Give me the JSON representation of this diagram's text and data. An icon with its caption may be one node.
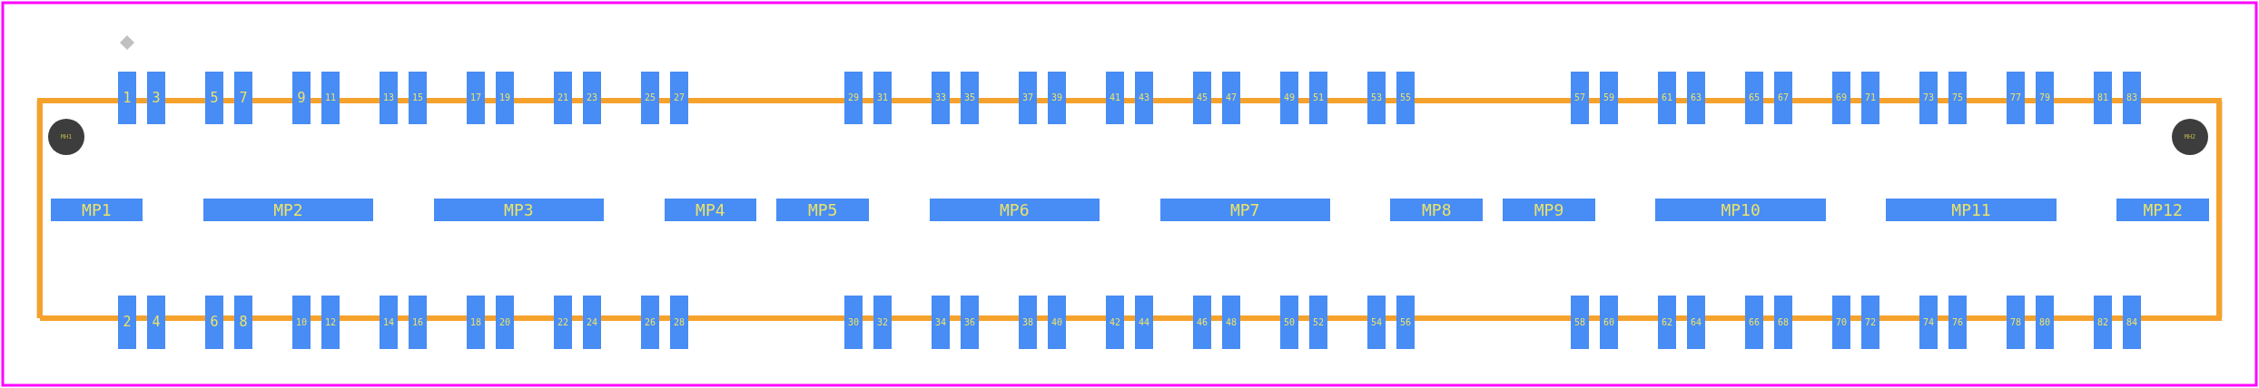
{
  "diagram": {
    "nodes": [
      {
        "text": [
          "1"
        ]
      },
      {
        "text": [
          "3"
        ]
      },
      {
        "text": [
          "5"
        ]
      },
      {
        "text": [
          "7"
        ]
      },
      {
        "text": [
          "9"
        ]
      },
      {
        "text": [
          "11"
        ]
      },
      {
        "text": [
          "13"
        ]
      },
      {
        "text": [
          "15"
        ]
      },
      {
        "text": [
          "17"
        ]
      },
      {
        "text": [
          "19"
        ]
      },
      {
        "text": [
          "21"
        ]
      },
      {
        "text": [
          "23"
        ]
      },
      {
        "text": [
          "25"
        ]
      },
      {
        "text": [
          "27"
        ]
      },
      {
        "text": [
          "29"
        ]
      },
      {
        "text": [
          "31"
        ]
      },
      {
        "text": [
          "33"
        ]
      },
      {
        "text": [
          "35"
        ]
      },
      {
        "text": [
          "37"
        ]
      },
      {
        "text": [
          "39"
        ]
      },
      {
        "text": [
          "41"
        ]
      },
      {
        "text": [
          "43"
        ]
      },
      {
        "text": [
          "45"
        ]
      },
      {
        "text": [
          "47"
        ]
      },
      {
        "text": [
          "49"
        ]
      },
      {
        "text": [
          "51"
        ]
      },
      {
        "text": [
          "53"
        ]
      },
      {
        "text": [
          "55"
        ]
      },
      {
        "text": [
          "57"
        ]
      },
      {
        "text": [
          "59"
        ]
      },
      {
        "text": [
          "61"
        ]
      },
      {
        "text": [
          "63"
        ]
      },
      {
        "text": [
          "65"
        ]
      },
      {
        "text": [
          "67"
        ]
      },
      {
        "text": [
          "69"
        ]
      },
      {
        "text": [
          "71"
        ]
      },
      {
        "text": [
          "73"
        ]
      },
      {
        "text": [
          "75"
        ]
      },
      {
        "text": [
          "77"
        ]
      },
      {
        "text": [
          "79"
        ]
      },
      {
        "text": [
          "81"
        ]
      },
      {
        "text": [
          "83"
        ]
      },
      {
        "text": [
          "MH1"
        ]
      },
      {
        "text": [
          "MH2"
        ]
      },
      {
        "text": [
          "MP1"
        ]
      },
      {
        "text": [
          "MP2"
        ]
      },
      {
        "text": [
          "MP3"
        ]
      },
      {
        "text": [
          "MP4"
        ]
      },
      {
        "text": [
          "MP5"
        ]
      },
      {
        "text": [
          "MP6"
        ]
      },
      {
        "text": [
          "MP7"
        ]
      },
      {
        "text": [
          "MP8"
        ]
      },
      {
        "text": [
          "MP9"
        ]
      },
      {
        "text": [
          "MP10"
        ]
      },
      {
        "text": [
          "MP11"
        ]
      },
      {
        "text": [
          "MP12"
        ]
      },
      {
        "text": [
          "2"
        ]
      },
      {
        "text": [
          "4"
        ]
      },
      {
        "text": [
          "6"
        ]
      },
      {
        "text": [
          "8"
        ]
      },
      {
        "text": [
          "10"
        ]
      },
      {
        "text": [
          "12"
        ]
      },
      {
        "text": [
          "14"
        ]
      },
      {
        "text": [
          "16"
        ]
      },
      {
        "text": [
          "18"
        ]
      },
      {
        "text": [
          "20"
        ]
      },
      {
        "text": [
          "22"
        ]
      },
      {
        "text": [
          "24"
        ]
      },
      {
        "text": [
          "26"
        ]
      },
      {
        "text": [
          "28"
        ]
      },
      {
        "text": [
          "30"
        ]
      },
      {
        "text": [
          "32"
        ]
      },
      {
        "text": [
          "34"
        ]
      },
      {
        "text": [
          "36"
        ]
      },
      {
        "text": [
          "38"
        ]
      },
      {
        "text": [
          "40"
        ]
      },
      {
        "text": [
          "42"
        ]
      },
      {
        "text": [
          "44"
        ]
      },
      {
        "text": [
          "46"
        ]
      },
      {
        "text": [
          "48"
        ]
      },
      {
        "text": [
          "50"
        ]
      },
      {
        "text": [
          "52"
        ]
      },
      {
        "text": [
          "54"
        ]
      },
      {
        "text": [
          "56"
        ]
      },
      {
        "text": [
          "58"
        ]
      },
      {
        "text": [
          "60"
        ]
      },
      {
        "text": [
          "62"
        ]
      },
      {
        "text": [
          "64"
        ]
      },
      {
        "text": [
          "66"
        ]
      },
      {
        "text": [
          "68"
        ]
      },
      {
        "text": [
          "70"
        ]
      },
      {
        "text": [
          "72"
        ]
      },
      {
        "text": [
          "74"
        ]
      },
      {
        "text": [
          "76"
        ]
      },
      {
        "text": [
          "78"
        ]
      },
      {
        "text": [
          "80"
        ]
      },
      {
        "text": [
          "82"
        ]
      },
      {
        "text": [
          "84"
        ]
      }
    ]
  }
}
